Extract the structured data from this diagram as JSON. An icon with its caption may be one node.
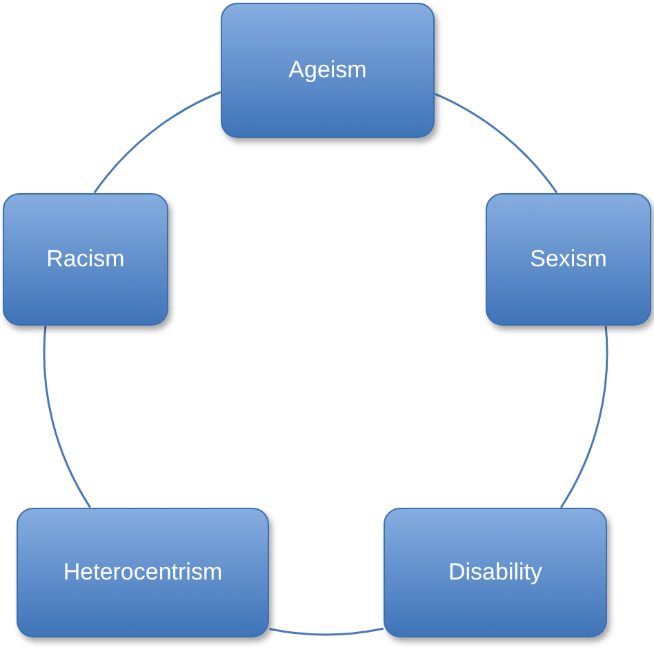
{
  "diagram": {
    "nodes": [
      {
        "text": [
          "Ageism"
        ]
      },
      {
        "text": [
          "Racism"
        ]
      },
      {
        "text": [
          "Sexism"
        ]
      },
      {
        "text": [
          "Heterocentrism"
        ]
      },
      {
        "text": [
          "Disability"
        ]
      }
    ],
    "edges": [
      {
        "from": 0,
        "to": 2,
        "arrow": "none"
      },
      {
        "from": 2,
        "to": 4,
        "arrow": "none"
      },
      {
        "from": 4,
        "to": 3,
        "arrow": "none"
      },
      {
        "from": 3,
        "to": 1,
        "arrow": "none"
      },
      {
        "from": 1,
        "to": 0,
        "arrow": "none"
      }
    ]
  }
}
